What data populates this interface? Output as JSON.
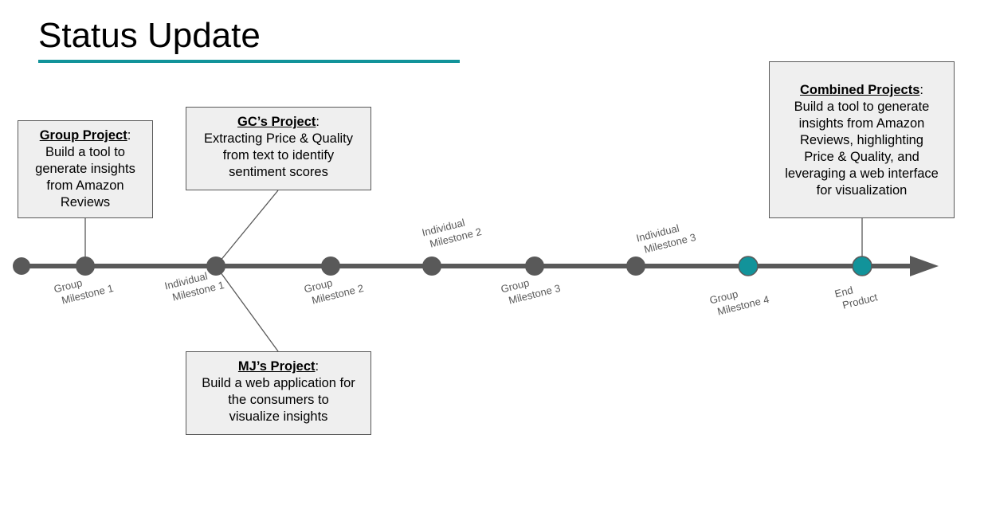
{
  "slide": {
    "title": "Status Update",
    "accent_color": "#12939a"
  },
  "boxes": {
    "group": {
      "heading": "Group Project",
      "lines": [
        "Build a tool to",
        "generate insights",
        "from Amazon",
        "Reviews"
      ]
    },
    "gc": {
      "heading": "GC’s Project",
      "lines": [
        "Extracting Price & Quality",
        "from text to identify",
        "sentiment scores"
      ]
    },
    "mj": {
      "heading": "MJ’s Project",
      "lines": [
        "Build a web application for",
        "the consumers to",
        "visualize insights"
      ]
    },
    "combined": {
      "heading": "Combined Projects",
      "lines": [
        "Build a tool to generate",
        "insights from Amazon",
        "Reviews, highlighting",
        "Price & Quality, and",
        "leveraging a web interface",
        "for visualization"
      ]
    }
  },
  "milestones": [
    {
      "line1": "Group",
      "line2": "Milestone 1"
    },
    {
      "line1": "Individual",
      "line2": "Milestone 1"
    },
    {
      "line1": "Group",
      "line2": "Milestone 2"
    },
    {
      "line1": "Individual",
      "line2": "Milestone 2"
    },
    {
      "line1": "Group",
      "line2": "Milestone 3"
    },
    {
      "line1": "Individual",
      "line2": "Milestone 3"
    },
    {
      "line1": "Group",
      "line2": "Milestone 4"
    },
    {
      "line1": "End",
      "line2": "Product"
    }
  ],
  "colors": {
    "timeline": "#595959",
    "node_gray": "#595959",
    "node_teal": "#12939a",
    "box_fill": "#efefef"
  }
}
